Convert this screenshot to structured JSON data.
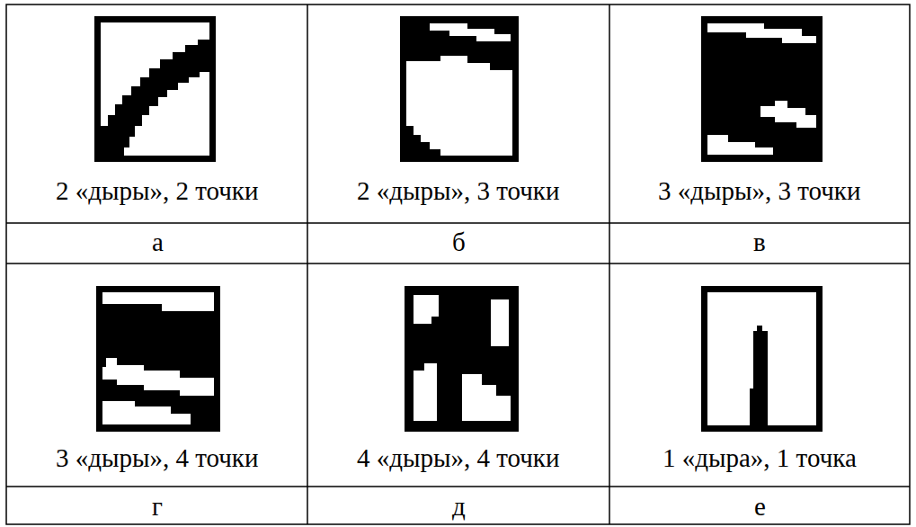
{
  "diagram": {
    "labels": [
      "2 «дыры», 2 точки",
      "2 «дыры», 3 точки",
      "3 «дыры», 3 точки",
      "а",
      "б",
      "в",
      "3 «дыры», 4 точки",
      "4 «дыры», 4 точки",
      "1 «дыра», 1 точка",
      "г",
      "д",
      "е"
    ]
  }
}
